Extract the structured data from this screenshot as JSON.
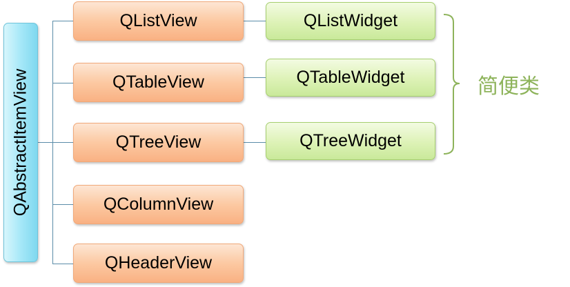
{
  "root": {
    "label": "QAbstractItemView"
  },
  "views": [
    {
      "label": "QListView"
    },
    {
      "label": "QTableView"
    },
    {
      "label": "QTreeView"
    },
    {
      "label": "QColumnView"
    },
    {
      "label": "QHeaderView"
    }
  ],
  "widgets": [
    {
      "label": "QListWidget"
    },
    {
      "label": "QTableWidget"
    },
    {
      "label": "QTreeWidget"
    }
  ],
  "group_label": "简便类",
  "colors": {
    "root_fill": "#a6e8f8",
    "view_fill": "#fcc9a2",
    "widget_fill": "#ddf2b6",
    "connector": "#5a8ca8",
    "brace": "#8db35a"
  }
}
